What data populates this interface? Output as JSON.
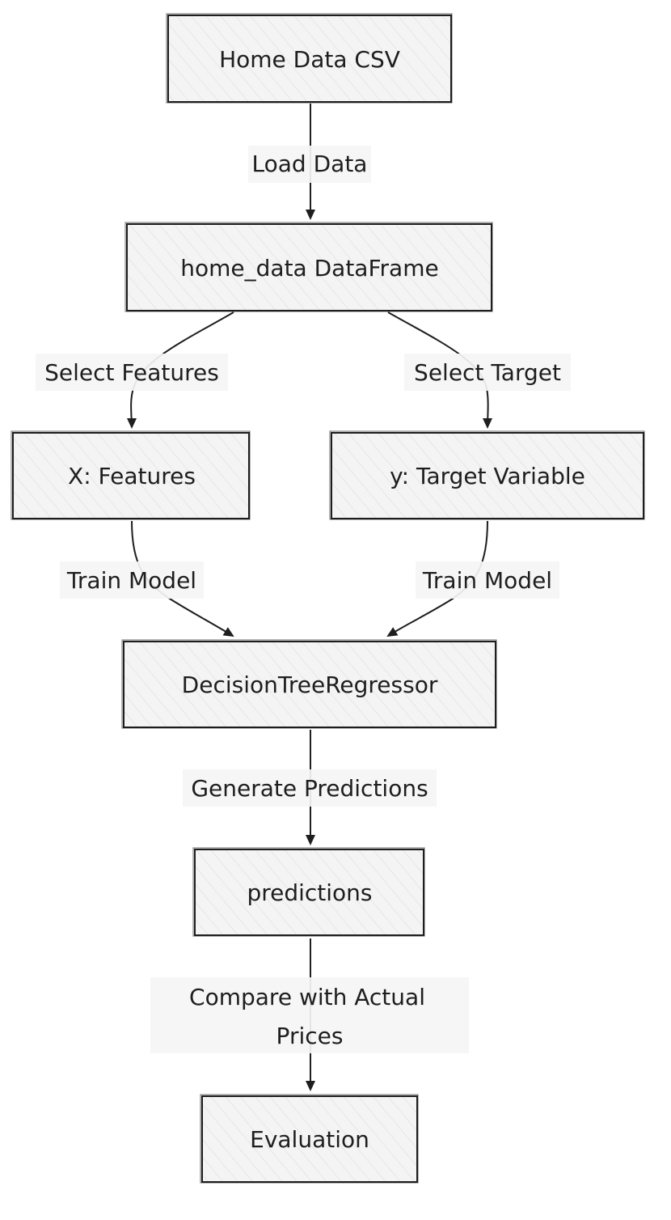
{
  "nodes": {
    "home_data_csv": "Home Data CSV",
    "home_data_df": "home_data DataFrame",
    "x_features": "X: Features",
    "y_target": "y: Target Variable",
    "regressor": "DecisionTreeRegressor",
    "predictions": "predictions",
    "evaluation": "Evaluation"
  },
  "edges": {
    "load_data": "Load Data",
    "select_features": "Select Features",
    "select_target": "Select Target",
    "train_model_left": "Train Model",
    "train_model_right": "Train Model",
    "generate_predictions": "Generate Predictions",
    "compare_line1": "Compare with Actual",
    "compare_line2": "Prices"
  },
  "colors": {
    "stroke": "#1e1e1e",
    "node_fill": "#f4f4f4",
    "label_bg": "#f5f5f5"
  }
}
